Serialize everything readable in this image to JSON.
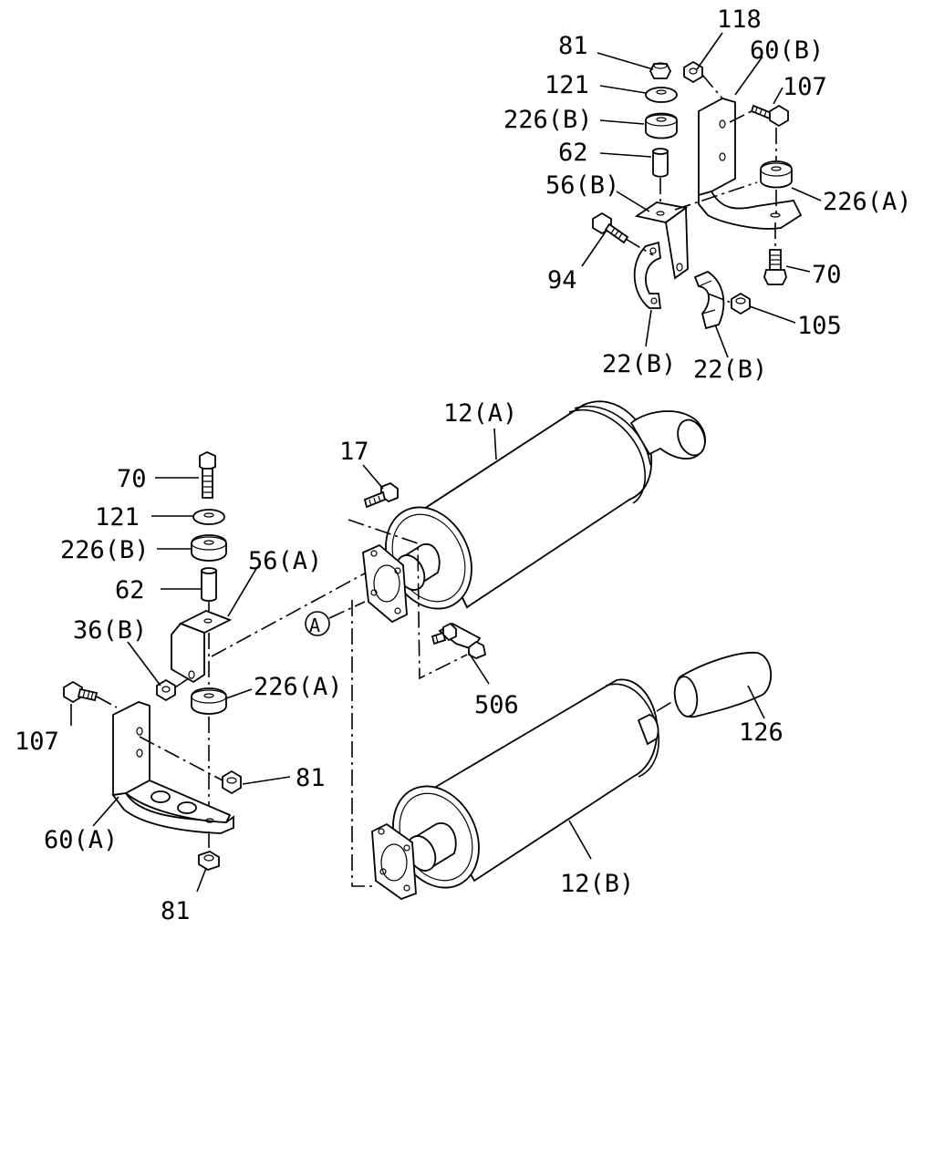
{
  "diagram": {
    "labels": {
      "p81_top": "81",
      "p118": "118",
      "p60b": "60(B)",
      "p121_top": "121",
      "p107_top": "107",
      "p226b_top": "226(B)",
      "p62_top": "62",
      "p56b": "56(B)",
      "p226a_top": "226(A)",
      "p94": "94",
      "p70_top": "70",
      "p105": "105",
      "p22b_left": "22(B)",
      "p22b_right": "22(B)",
      "p12a": "12(A)",
      "p17": "17",
      "p70_left": "70",
      "p121_left": "121",
      "p226b_left": "226(B)",
      "p56a": "56(A)",
      "p62_left": "62",
      "callout_a": "A",
      "p36b": "36(B)",
      "p226a_left": "226(A)",
      "p506": "506",
      "p107_left": "107",
      "p126": "126",
      "p81_mid": "81",
      "p60a": "60(A)",
      "p12b": "12(B)",
      "p81_bottom": "81"
    }
  }
}
